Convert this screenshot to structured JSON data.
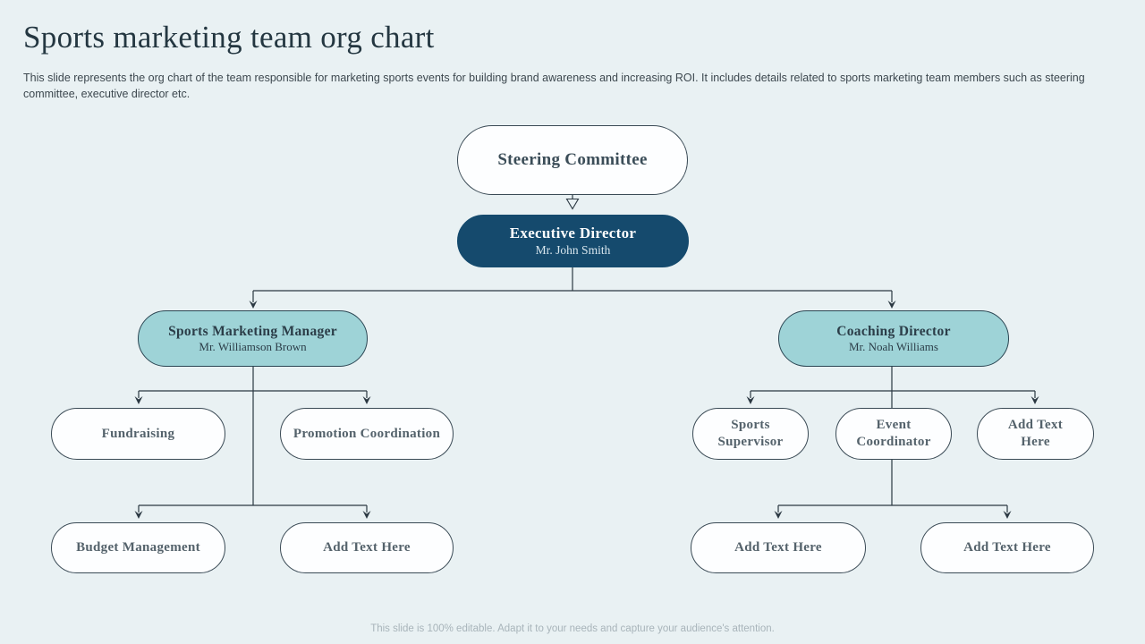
{
  "slide": {
    "title": "Sports marketing team org chart",
    "description": "This slide represents the org chart of the team responsible for marketing sports events for building brand awareness and increasing ROI. It includes details related to sports marketing team members such as steering committee, executive director etc.",
    "footer": "This slide is 100% editable.  Adapt it to your needs and capture your audience's attention."
  },
  "colors": {
    "background": "#e9f1f3",
    "navy": "#154a6d",
    "teal": "#9ed3d7",
    "node_border": "#3a4a55",
    "connector_line": "#2b3842"
  },
  "org_chart": {
    "steering": {
      "title": "Steering Committee"
    },
    "executive": {
      "title": "Executive Director",
      "subtitle": "Mr. John Smith"
    },
    "marketing_manager": {
      "title": "Sports Marketing Manager",
      "subtitle": "Mr. Williamson Brown"
    },
    "coaching_director": {
      "title": "Coaching Director",
      "subtitle": "Mr. Noah Williams"
    },
    "fundraising": {
      "title": "Fundraising"
    },
    "promotion": {
      "title": "Promotion Coordination"
    },
    "budget": {
      "title": "Budget Management"
    },
    "add_left": {
      "title": "Add Text Here"
    },
    "sports_supervisor": {
      "title": "Sports Supervisor"
    },
    "event_coordinator": {
      "title": "Event Coordinator"
    },
    "add_right_top": {
      "title": "Add Text Here"
    },
    "add_right_1": {
      "title": "Add Text Here"
    },
    "add_right_2": {
      "title": "Add Text Here"
    }
  }
}
